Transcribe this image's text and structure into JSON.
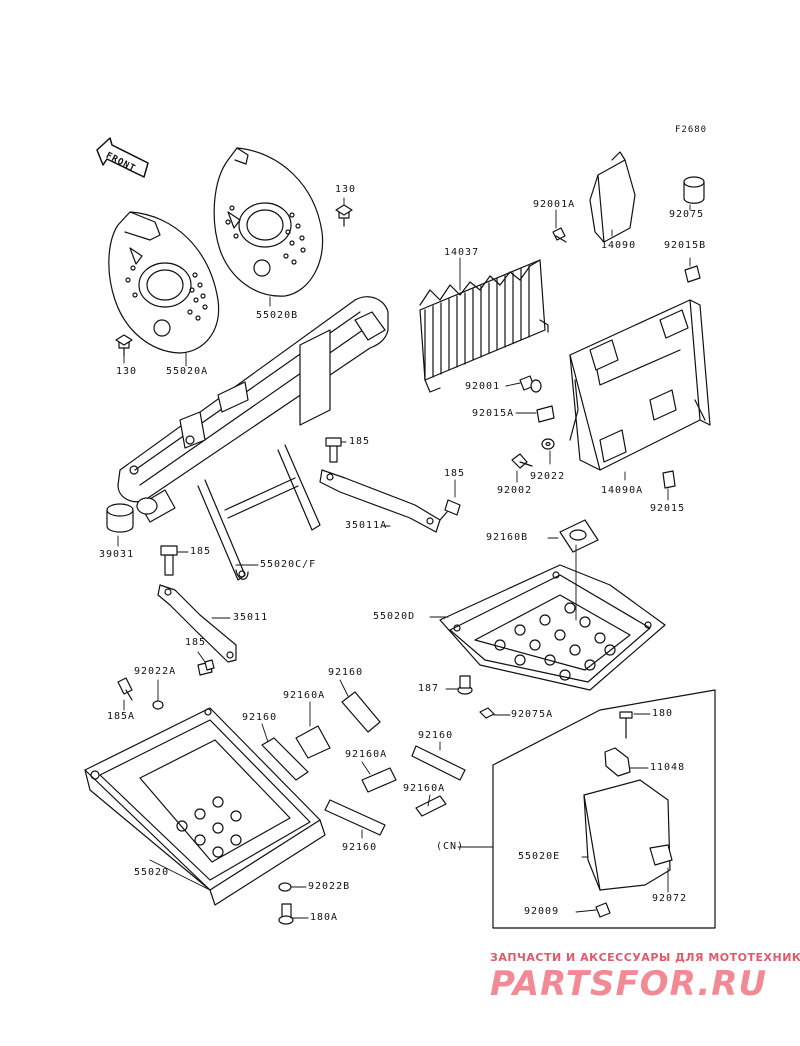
{
  "figure_code": "F2680",
  "front_arrow": "FRONT",
  "cn_label": "(CN)",
  "parts": {
    "p130a": "130",
    "p130b": "130",
    "p55020B": "55020B",
    "p55020A": "55020A",
    "p92001A": "92001A",
    "p14090": "14090",
    "p92075": "92075",
    "p92015B": "92015B",
    "p14037": "14037",
    "p92001": "92001",
    "p92015A": "92015A",
    "p92022": "92022",
    "p92002": "92002",
    "p14090A": "14090A",
    "p92015": "92015",
    "p185a": "185",
    "p185b": "185",
    "p35011A": "35011A",
    "p39031": "39031",
    "p185c": "185",
    "p55020CF": "55020C/F",
    "p35011": "35011",
    "p185d": "185",
    "p92160B": "92160B",
    "p55020D": "55020D",
    "p92022A": "92022A",
    "p185A": "185A",
    "p92160a": "92160",
    "p92160A1": "92160A",
    "p92160b": "92160",
    "p187": "187",
    "p92075A": "92075A",
    "p180": "180",
    "p11048": "11048",
    "p92160A2": "92160A",
    "p92160c": "92160",
    "p92160A3": "92160A",
    "p92160d": "92160",
    "p55020E": "55020E",
    "p92072": "92072",
    "p55020": "55020",
    "p92022B": "92022B",
    "p180A": "180A",
    "p92009": "92009"
  },
  "watermark": {
    "line1": "ЗАПЧАСТИ И АКСЕССУАРЫ ДЛЯ МОТОТЕХНИКИ",
    "line2": "PARTSFOR.RU",
    "color": "#e05a6a"
  }
}
